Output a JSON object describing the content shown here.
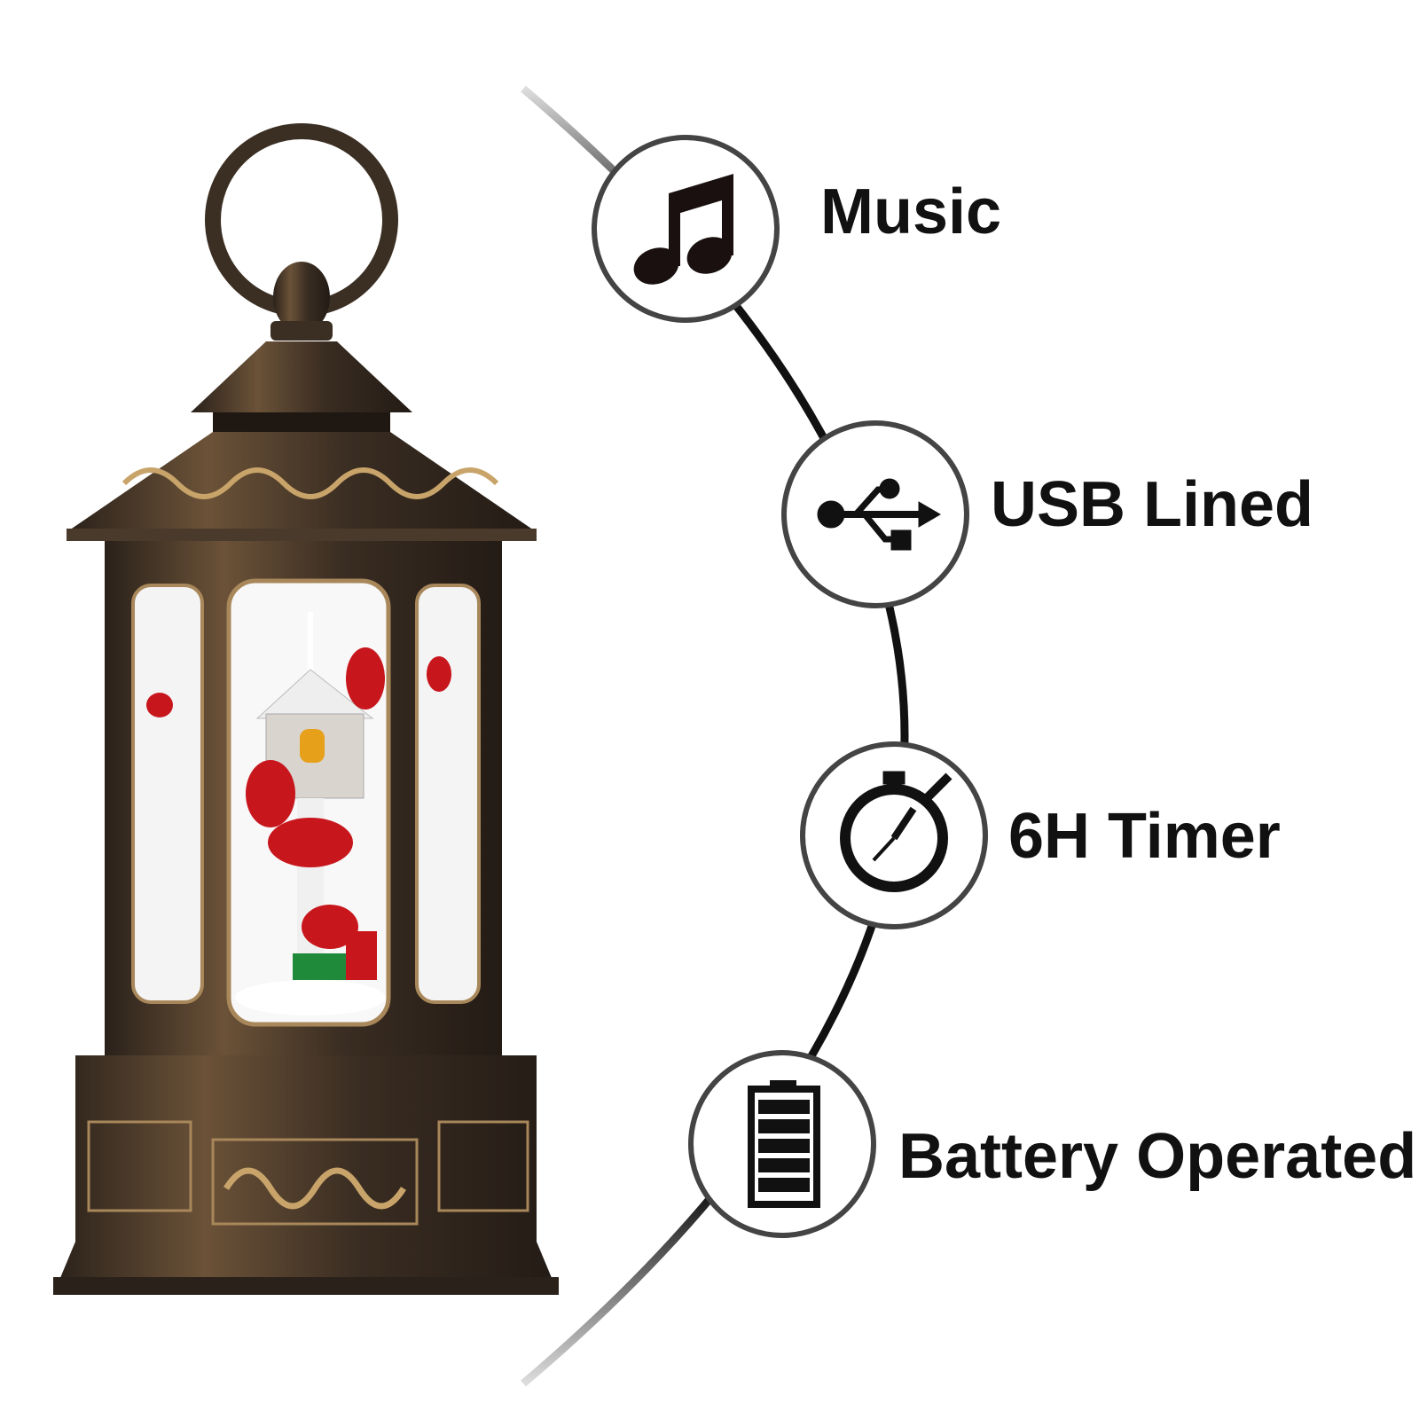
{
  "features": [
    {
      "label": "Music",
      "icon": "music-note-icon"
    },
    {
      "label": "USB Lined",
      "icon": "usb-icon"
    },
    {
      "label": "6H Timer",
      "icon": "stopwatch-icon"
    },
    {
      "label": "Battery Operated",
      "icon": "battery-icon"
    }
  ],
  "colors": {
    "bronze": "#3b2f24",
    "bronze_highlight": "#a8875a",
    "cardinal": "#c8161d",
    "line": "#111111"
  }
}
